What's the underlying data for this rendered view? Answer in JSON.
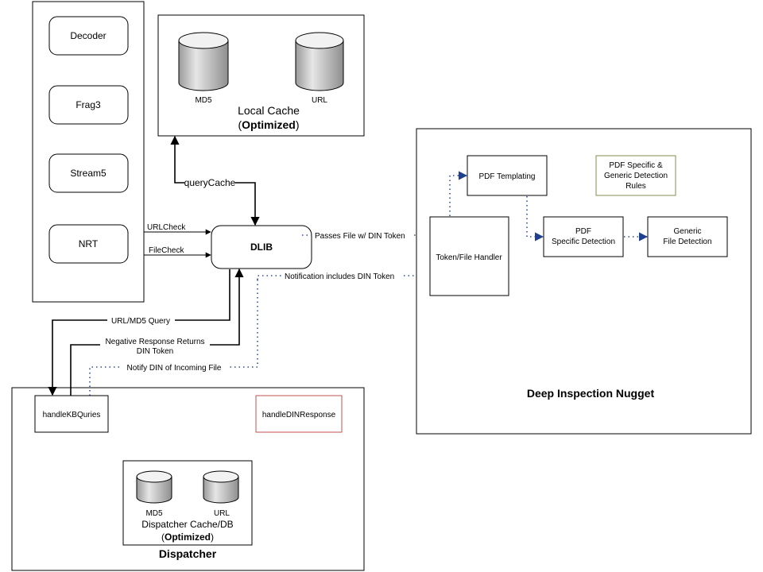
{
  "modules": {
    "decoder": "Decoder",
    "frag3": "Frag3",
    "stream5": "Stream5",
    "nrt": "NRT"
  },
  "local_cache": {
    "md5": "MD5",
    "url": "URL",
    "title": "Local Cache",
    "optimized_open": "(",
    "optimized": "Optimized",
    "optimized_close": ")"
  },
  "dlib": "DLIB",
  "edges": {
    "query_cache": "queryCache",
    "url_check": "URLCheck",
    "file_check": "FileCheck",
    "passes_file": "Passes File w/ DIN Token",
    "notification": "Notification includes DIN Token",
    "url_md5_query": "URL/MD5 Query",
    "negative_response_1": "Negative Response Returns",
    "negative_response_2": "DIN Token",
    "notify_din": "Notify DIN of Incoming File"
  },
  "dispatcher": {
    "title": "Dispatcher",
    "handle_kb": "handleKBQuries",
    "handle_din": "handleDINResponse",
    "md5": "MD5",
    "url": "URL",
    "cache_title": "Dispatcher Cache/DB",
    "optimized_open": "(",
    "optimized": "Optimized",
    "optimized_close": ")"
  },
  "nugget": {
    "title": "Deep Inspection Nugget",
    "token_handler": "Token/File Handler",
    "pdf_templating": "PDF Templating",
    "rules_1": "PDF Specific &",
    "rules_2": "Generic Detection",
    "rules_3": "Rules",
    "pdf_specific_1": "PDF",
    "pdf_specific_2": "Specific Detection",
    "generic_1": "Generic",
    "generic_2": "File Detection"
  },
  "colors": {
    "line": "#000000",
    "dotted": "#2e4f9b",
    "arrow_blue": "#1f3f8f",
    "handle_din_border": "#c0504d",
    "rules_border": "#7f8f4f",
    "cylinder_top": "#f2f2f2",
    "cylinder_body": "#c8c8c8"
  }
}
